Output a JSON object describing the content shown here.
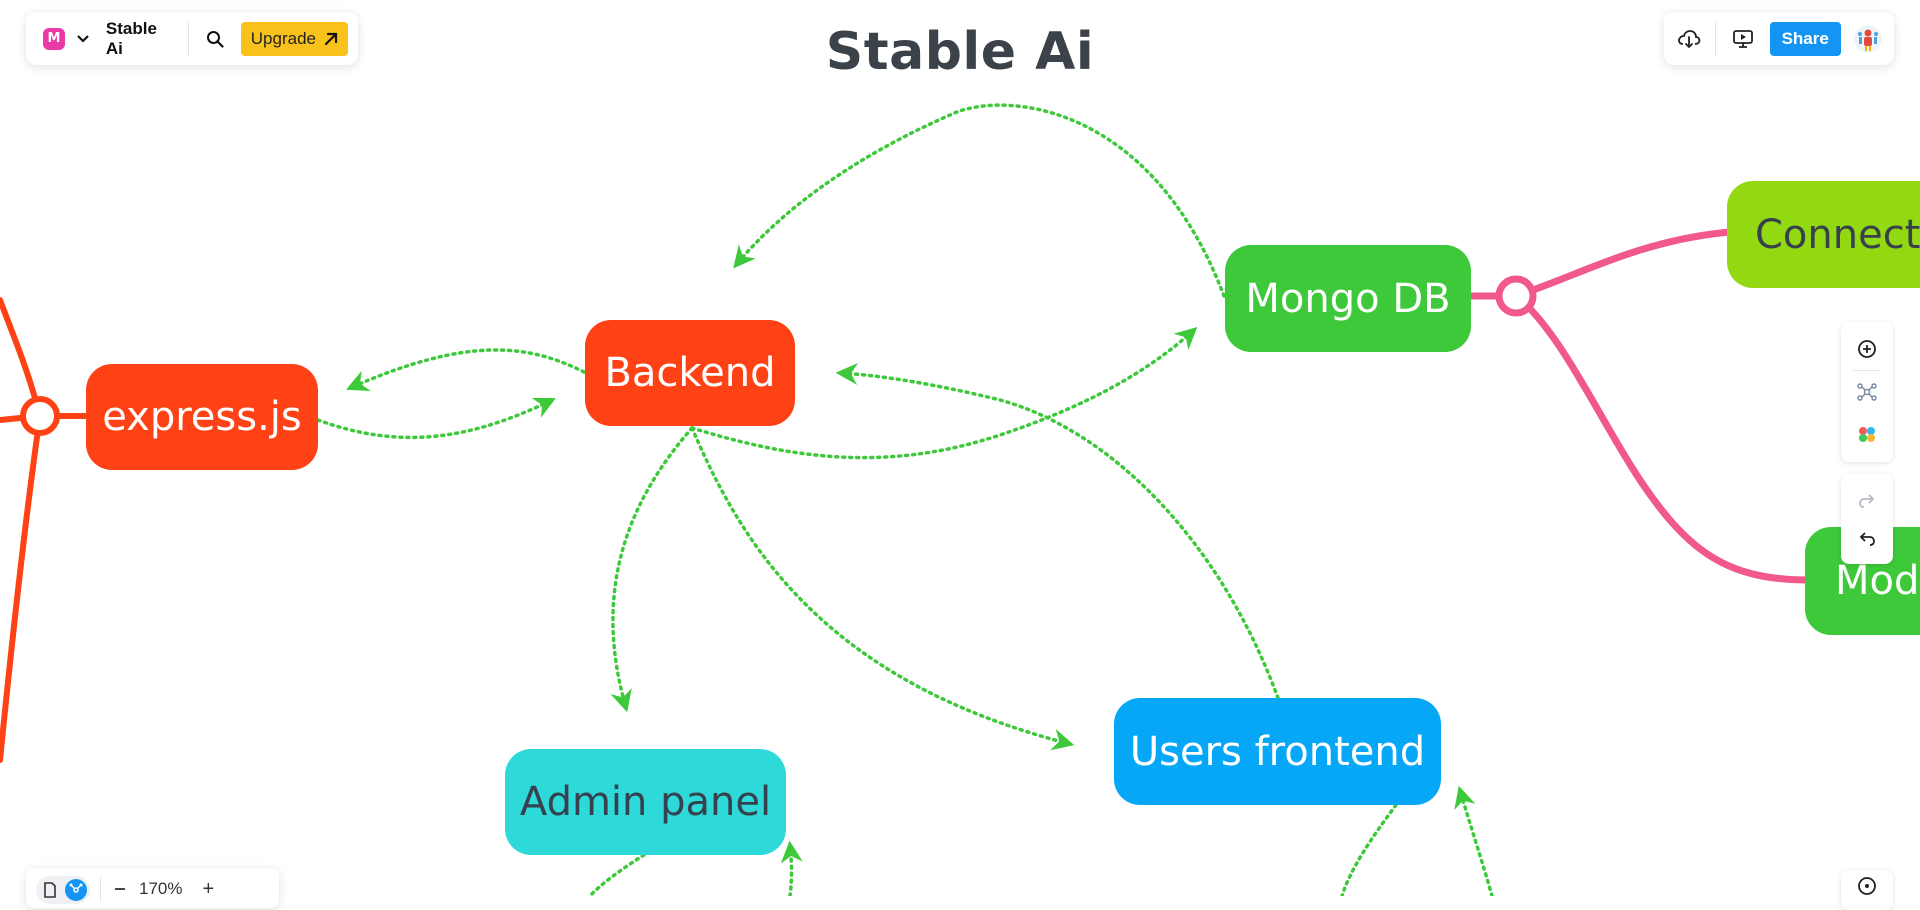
{
  "toolbar": {
    "logo_letter": "M",
    "document_title": "Stable Ai",
    "upgrade_label": "Upgrade",
    "share_label": "Share"
  },
  "board": {
    "title": "Stable Ai"
  },
  "nodes": {
    "express": "express.js",
    "backend": "Backend",
    "mongo": "Mongo DB",
    "connect": "Connect.js",
    "models": "Models",
    "users_frontend": "Users frontend",
    "admin_panel": "Admin panel"
  },
  "zoom": {
    "label": "170%",
    "plus": "+"
  },
  "colors": {
    "red": "#ff4216",
    "green": "#3ec93b",
    "lime": "#93d911",
    "blue": "#07a7f7",
    "cyan": "#2dd9d9",
    "pink": "#f0598a",
    "link": "#3ec93b"
  },
  "icons": {
    "logo": "mindmap-logo-icon",
    "dropdown": "chevron-down-icon",
    "search": "search-icon",
    "upgrade": "arrow-up-right-icon",
    "download": "cloud-download-icon",
    "present": "presentation-icon",
    "avatar": "avatar-icon",
    "add": "plus-circle-icon",
    "layout": "layout-icon",
    "theme": "color-palette-icon",
    "redo": "redo-icon",
    "undo": "undo-icon"
  }
}
